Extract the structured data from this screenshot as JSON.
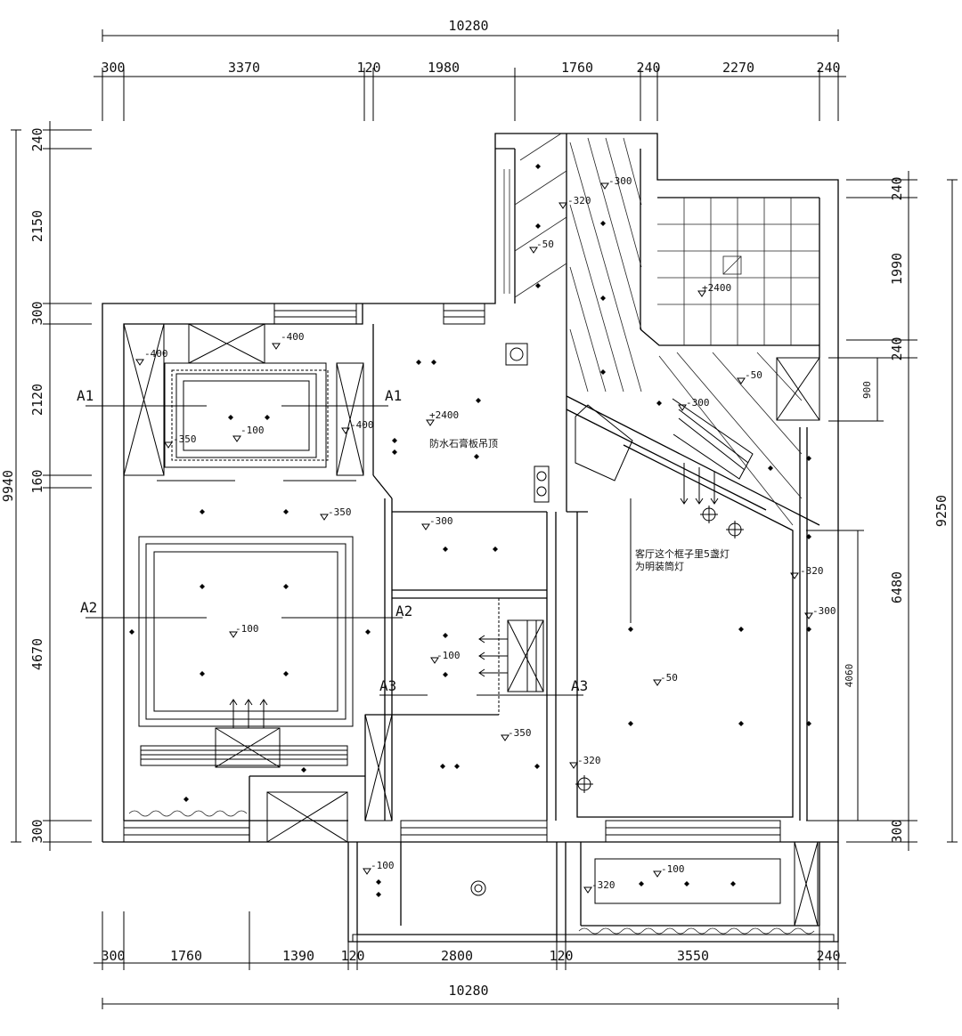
{
  "dimensions": {
    "top_total": "10280",
    "top": [
      "300",
      "3370",
      "120",
      "1980",
      "1760",
      "240",
      "2270",
      "240"
    ],
    "bottom": [
      "300",
      "1760",
      "1390",
      "120",
      "2800",
      "120",
      "3550",
      "240"
    ],
    "bottom_total": "10280",
    "left": [
      "240",
      "2150",
      "300",
      "2120",
      "160",
      "4670",
      "300"
    ],
    "left_total": "9940",
    "right_outer": [
      "240",
      "1990",
      "240"
    ],
    "right_total": "9250",
    "right_inner": "6480",
    "right_small": "900",
    "right_sub": "4060"
  },
  "section_marks": [
    "A1",
    "A1",
    "A2",
    "A2",
    "A3",
    "A3"
  ],
  "levels": {
    "l1": "-400",
    "l2": "-400",
    "l3": "-400",
    "l4": "-350",
    "l5": "-100",
    "l6": "+2400",
    "l7": "-300",
    "l8": "-320",
    "l9": "-50",
    "l10": "+2400",
    "l11": "-50",
    "l12": "-300",
    "l13": "-350",
    "l14": "-100",
    "l15": "-300",
    "l16": "-100",
    "l17": "-350",
    "l18": "-320",
    "l19": "-50",
    "l20": "-320",
    "l21": "-300",
    "l22": "-100",
    "l23": "-100",
    "l24": "-320"
  },
  "notes": {
    "ceiling": "防水石膏板吊顶",
    "living_line1": "客厅这个框子里5盏灯",
    "living_line2": "为明装筒灯"
  }
}
